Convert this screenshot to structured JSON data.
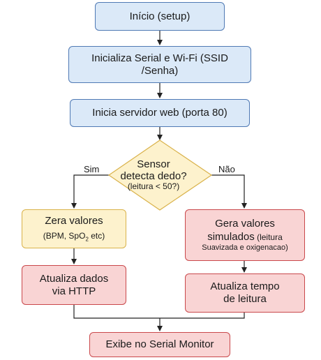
{
  "nodes": {
    "start": "Início (setup)",
    "init_line1": "Inicializa Serial e Wi-Fi (SSID",
    "init_line2": "/Senha)",
    "server": "Inicia servidor web (porta 80)",
    "decision_line1": "Sensor",
    "decision_line2": "detecta dedo?",
    "decision_line3": "(leitura < 50?)",
    "zero_title": "Zera valores",
    "zero_detail_pre": "(BPM, SpO",
    "zero_detail_sub": "2",
    "zero_detail_post": " etc)",
    "update_http_line1": "Atualiza dados",
    "update_http_line2": "via HTTP",
    "sim_line1": "Gera valores",
    "sim_line2": "simulados",
    "sim_line2_small": " (leitura",
    "sim_line3": "Suavizada e oxigenacao)",
    "update_time_line1": "Atualiza tempo",
    "update_time_line2": "de leitura",
    "serial_monitor": "Exibe no Serial Monitor"
  },
  "branches": {
    "yes": "Sim",
    "no": "Não"
  },
  "colors": {
    "process_fill": "#dbe9f8",
    "process_border": "#4f79b4",
    "decision_fill": "#fdf2cd",
    "decision_border": "#d9b24a",
    "action_fill": "#f9d4d4",
    "action_border": "#c9484b"
  }
}
